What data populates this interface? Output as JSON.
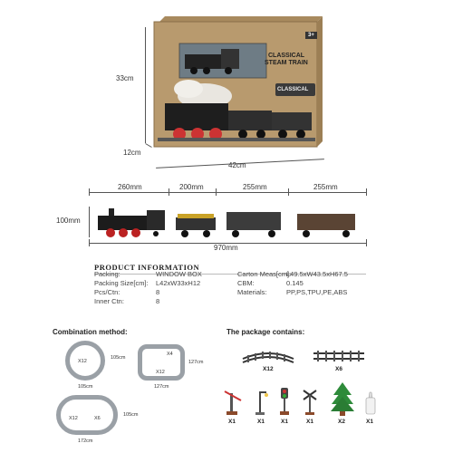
{
  "box": {
    "title_line1": "CLASSICAL",
    "title_line2": "STEAM TRAIN",
    "badge": "3+",
    "logo": "CLASSICAL",
    "height_label": "33cm",
    "depth_label": "12cm",
    "width_label": "42cm"
  },
  "train_dims": {
    "segments": [
      "260mm",
      "200mm",
      "255mm",
      "255mm"
    ],
    "height": "100mm",
    "total": "970mm"
  },
  "product_info": {
    "heading": "PRODUCT INFORMATION",
    "left": [
      {
        "label": "Packing:",
        "value": "WINDOW BOX"
      },
      {
        "label": "Packing Size[cm]:",
        "value": "L42xW33xH12"
      },
      {
        "label": "Pcs/Ctn:",
        "value": "8"
      },
      {
        "label": "Inner Ctn:",
        "value": "8"
      }
    ],
    "right": [
      {
        "label": "Carton Meas[cm]:",
        "value": "L49.5xW43.5xH67.5"
      },
      {
        "label": "CBM:",
        "value": "0.145"
      },
      {
        "label": "Materials:",
        "value": "PP,PS,TPU,PE,ABS"
      }
    ]
  },
  "combination": {
    "title": "Combination method:",
    "circle": {
      "width": "105cm",
      "height": "105cm",
      "count": "X12"
    },
    "rect": {
      "width": "127cm",
      "height": "127cm",
      "count_top": "X4",
      "count_bottom": "X12"
    },
    "oval": {
      "width": "172cm",
      "height": "105cm",
      "count_left": "X12",
      "count_right": "X6"
    }
  },
  "package": {
    "title": "The package contains:",
    "tracks": [
      {
        "qty": "X12"
      },
      {
        "qty": "X6"
      }
    ],
    "accessories": [
      {
        "icon": "railroad-crossing-gate-icon",
        "qty": "X1"
      },
      {
        "icon": "street-lamp-icon",
        "qty": "X1"
      },
      {
        "icon": "signal-post-icon",
        "qty": "X1"
      },
      {
        "icon": "crossing-sign-icon",
        "qty": "X1"
      },
      {
        "icon": "pine-tree-icon",
        "qty": "X2"
      },
      {
        "icon": "smoke-oil-bottle-icon",
        "qty": "X1"
      }
    ]
  },
  "colors": {
    "box_kraft": "#b89a6e",
    "track_gray": "#9aa0a6",
    "tree_green": "#2e8b3a"
  }
}
